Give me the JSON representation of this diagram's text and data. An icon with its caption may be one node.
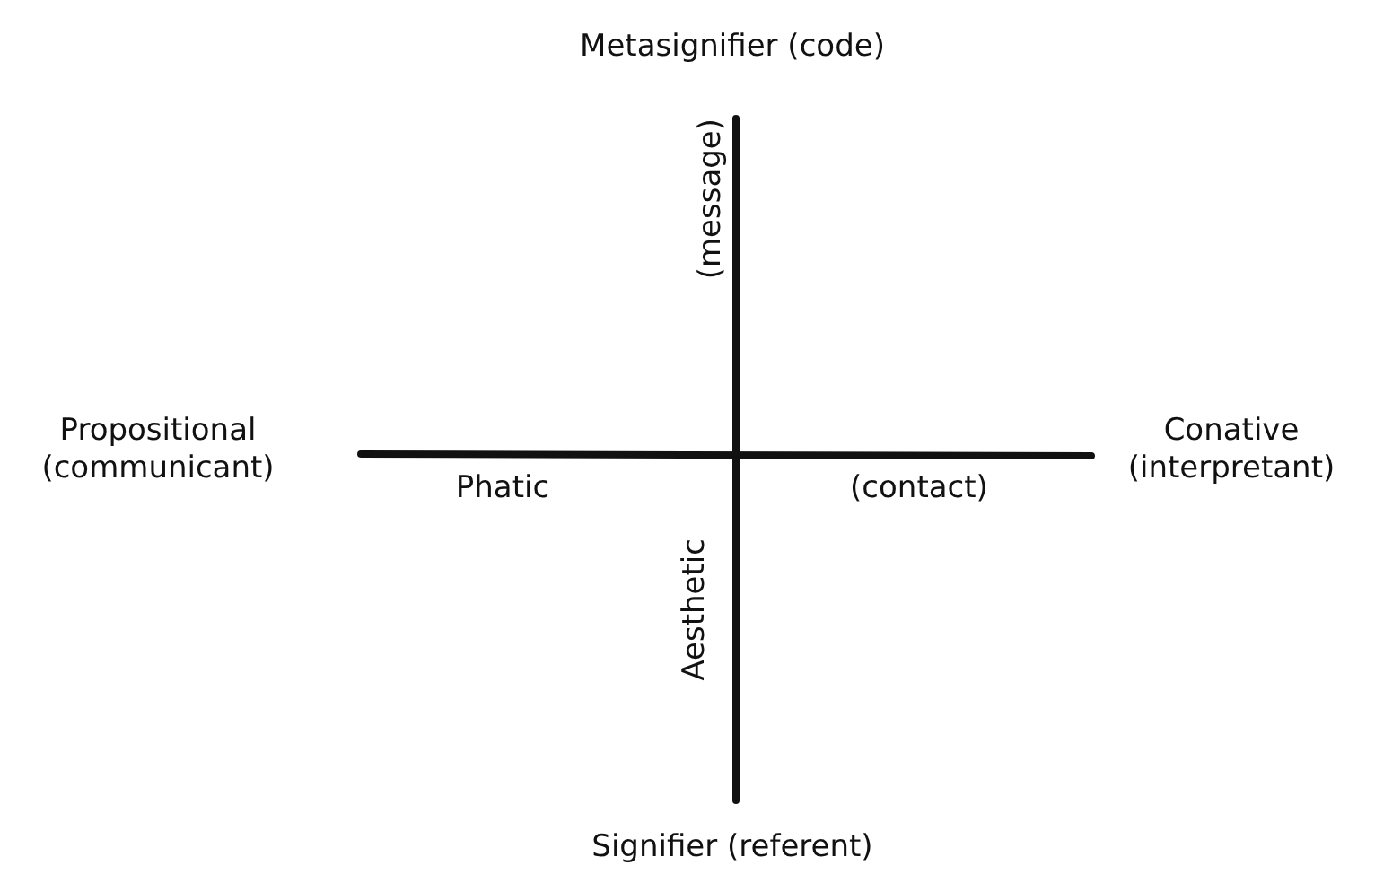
{
  "diagram": {
    "labels": [
      "Metasignifier (code)",
      "(message)",
      "Propositional (communicant)",
      "Conative (interpretant)",
      "Phatic",
      "(contact)",
      "Aesthetic",
      "Signifier (referent)"
    ]
  }
}
